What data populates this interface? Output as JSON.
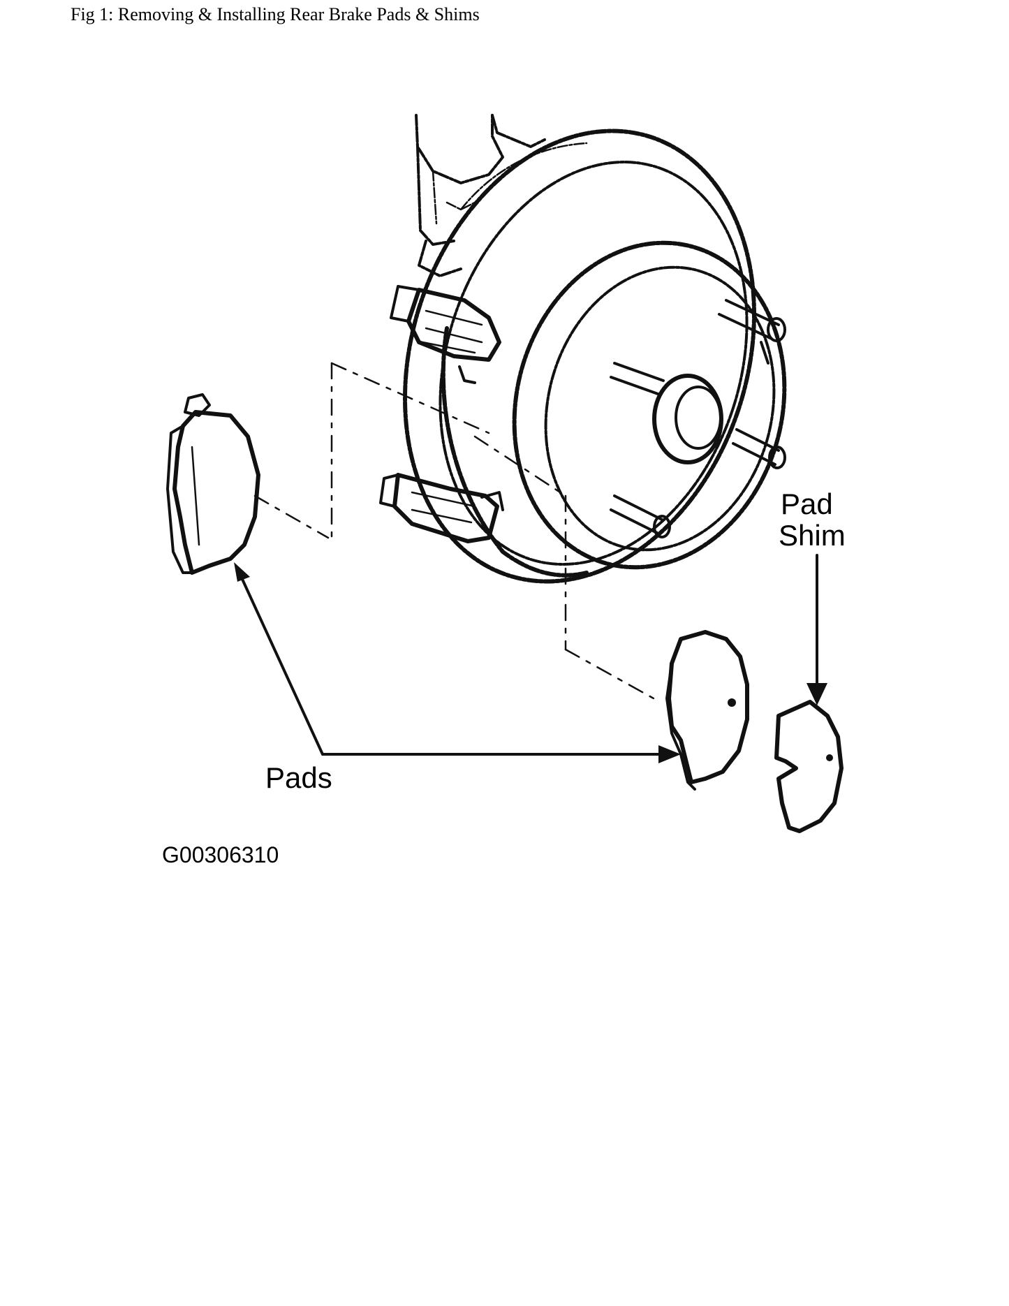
{
  "caption": "Fig 1: Removing & Installing Rear Brake Pads & Shims",
  "labels": {
    "pad_shim_line1": "Pad",
    "pad_shim_line2": "Shim",
    "pads": "Pads",
    "figure_code": "G00306310"
  },
  "colors": {
    "ink": "#111111",
    "background": "#ffffff"
  }
}
